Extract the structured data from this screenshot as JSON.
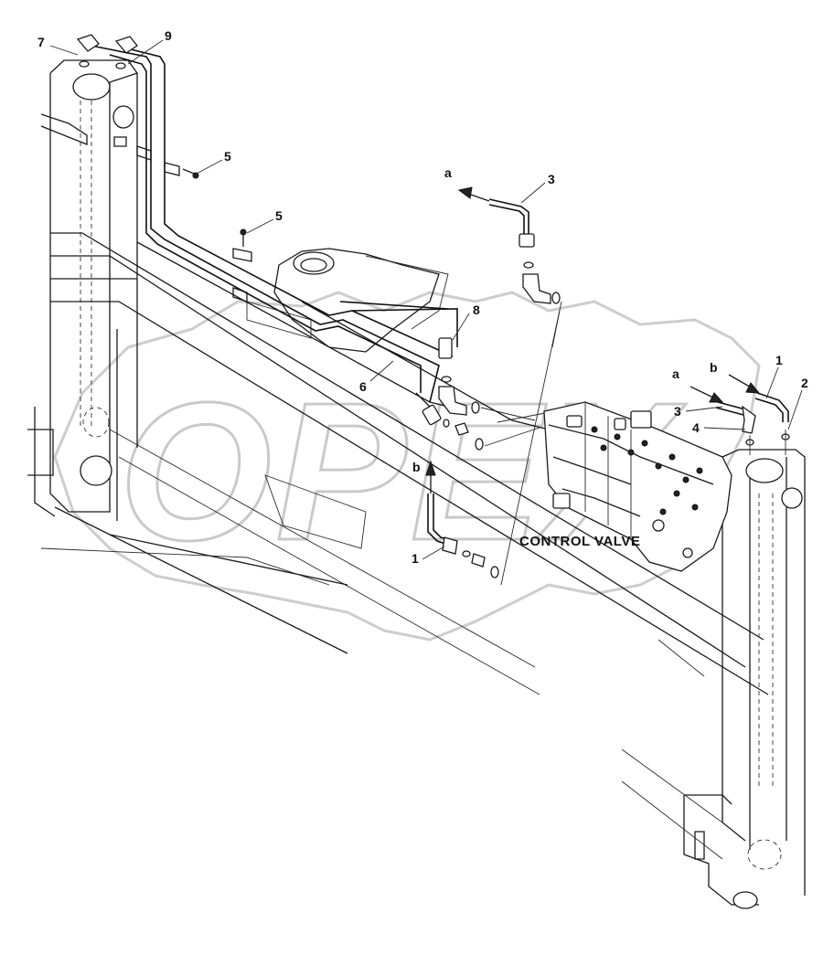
{
  "watermark": {
    "text": "OPEX"
  },
  "corner_mark": "",
  "control_valve_label": "CONTROL VALVE",
  "callouts": {
    "c7": "7",
    "c9": "9",
    "c5a": "5",
    "c5b": "5",
    "c3top": "3",
    "a_top": "a",
    "c8": "8",
    "c6": "6",
    "b_bottom": "b",
    "c1bottom": "1",
    "a_right": "a",
    "b_right": "b",
    "c1right": "1",
    "c2": "2",
    "c3right": "3",
    "c4": "4"
  }
}
